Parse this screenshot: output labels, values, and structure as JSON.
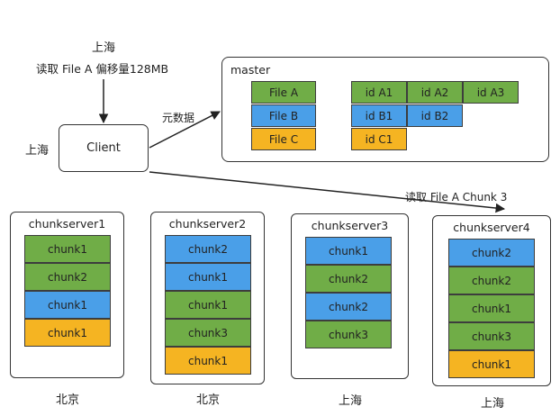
{
  "client": {
    "location_top": "上海",
    "request_label": "读取 File A 偏移量128MB",
    "location_left": "上海",
    "label": "Client"
  },
  "metadata_label": "元数据",
  "read_label": "读取 File A Chunk 3",
  "master": {
    "title": "master",
    "files": [
      {
        "name": "File A",
        "color": "green",
        "chunk_ids": [
          "id A1",
          "id A2",
          "id A3"
        ]
      },
      {
        "name": "File B",
        "color": "blue",
        "chunk_ids": [
          "id B1",
          "id B2"
        ]
      },
      {
        "name": "File C",
        "color": "yellow",
        "chunk_ids": [
          "id C1"
        ]
      }
    ]
  },
  "chunkservers": [
    {
      "name": "chunkserver1",
      "location": "北京",
      "chunks": [
        {
          "label": "chunk1",
          "color": "green"
        },
        {
          "label": "chunk2",
          "color": "green"
        },
        {
          "label": "chunk1",
          "color": "blue"
        },
        {
          "label": "chunk1",
          "color": "yellow"
        }
      ]
    },
    {
      "name": "chunkserver2",
      "location": "北京",
      "chunks": [
        {
          "label": "chunk2",
          "color": "blue"
        },
        {
          "label": "chunk1",
          "color": "blue"
        },
        {
          "label": "chunk1",
          "color": "green"
        },
        {
          "label": "chunk3",
          "color": "green"
        },
        {
          "label": "chunk1",
          "color": "yellow"
        }
      ]
    },
    {
      "name": "chunkserver3",
      "location": "上海",
      "chunks": [
        {
          "label": "chunk1",
          "color": "blue"
        },
        {
          "label": "chunk2",
          "color": "green"
        },
        {
          "label": "chunk2",
          "color": "blue"
        },
        {
          "label": "chunk3",
          "color": "green"
        }
      ]
    },
    {
      "name": "chunkserver4",
      "location": "上海",
      "chunks": [
        {
          "label": "chunk2",
          "color": "blue"
        },
        {
          "label": "chunk2",
          "color": "green"
        },
        {
          "label": "chunk1",
          "color": "green"
        },
        {
          "label": "chunk3",
          "color": "green"
        },
        {
          "label": "chunk1",
          "color": "yellow"
        }
      ]
    }
  ],
  "colors": {
    "green": "#70ad47",
    "blue": "#4a9fe8",
    "yellow": "#f5b422"
  }
}
